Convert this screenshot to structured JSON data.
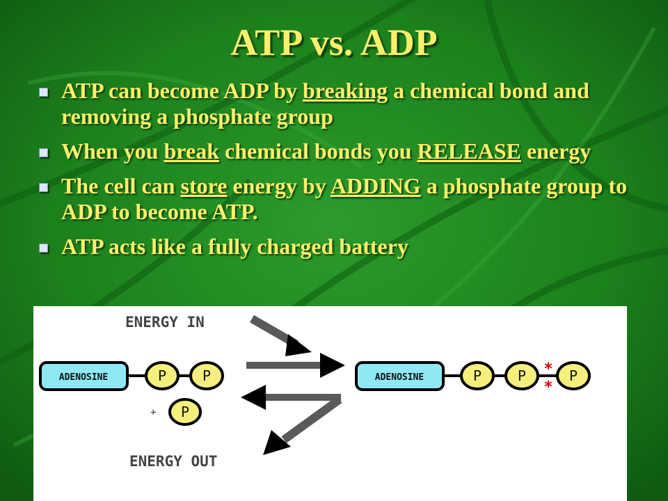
{
  "slide": {
    "title": "ATP vs. ADP",
    "bullets": [
      {
        "parts": [
          {
            "text": "ATP can become ADP by ",
            "underline": false
          },
          {
            "text": "breaking",
            "underline": true
          },
          {
            "text": " a chemical bond and removing a phosphate group",
            "underline": false
          }
        ]
      },
      {
        "parts": [
          {
            "text": "When you ",
            "underline": false
          },
          {
            "text": "break",
            "underline": true
          },
          {
            "text": " chemical bonds you ",
            "underline": false
          },
          {
            "text": "RELEASE",
            "underline": true
          },
          {
            "text": " energy",
            "underline": false
          }
        ]
      },
      {
        "parts": [
          {
            "text": "The cell can ",
            "underline": false
          },
          {
            "text": "store",
            "underline": true
          },
          {
            "text": " energy by ",
            "underline": false
          },
          {
            "text": "ADDING",
            "underline": true
          },
          {
            "text": " a phosphate group to ADP to become ATP.",
            "underline": false
          }
        ]
      },
      {
        "parts": [
          {
            "text": "ATP acts like a fully charged battery",
            "underline": false
          }
        ]
      }
    ]
  },
  "diagram": {
    "energy_in_label": "ENERGY IN",
    "energy_out_label": "ENERGY OUT",
    "adenosine_label": "ADENOSINE",
    "phosphate_label": "P",
    "plus_sign": "+",
    "bond_marks": "*"
  },
  "colors": {
    "background_green": "#1f8a1f",
    "title_text": "#ffef6a",
    "bullet_text": "#ffef6a",
    "adenosine_fill": "#8fe9f5",
    "phosphate_fill": "#f6ef7e",
    "bond_star": "#e00000",
    "arrow_gray": "#5a5a5a"
  }
}
